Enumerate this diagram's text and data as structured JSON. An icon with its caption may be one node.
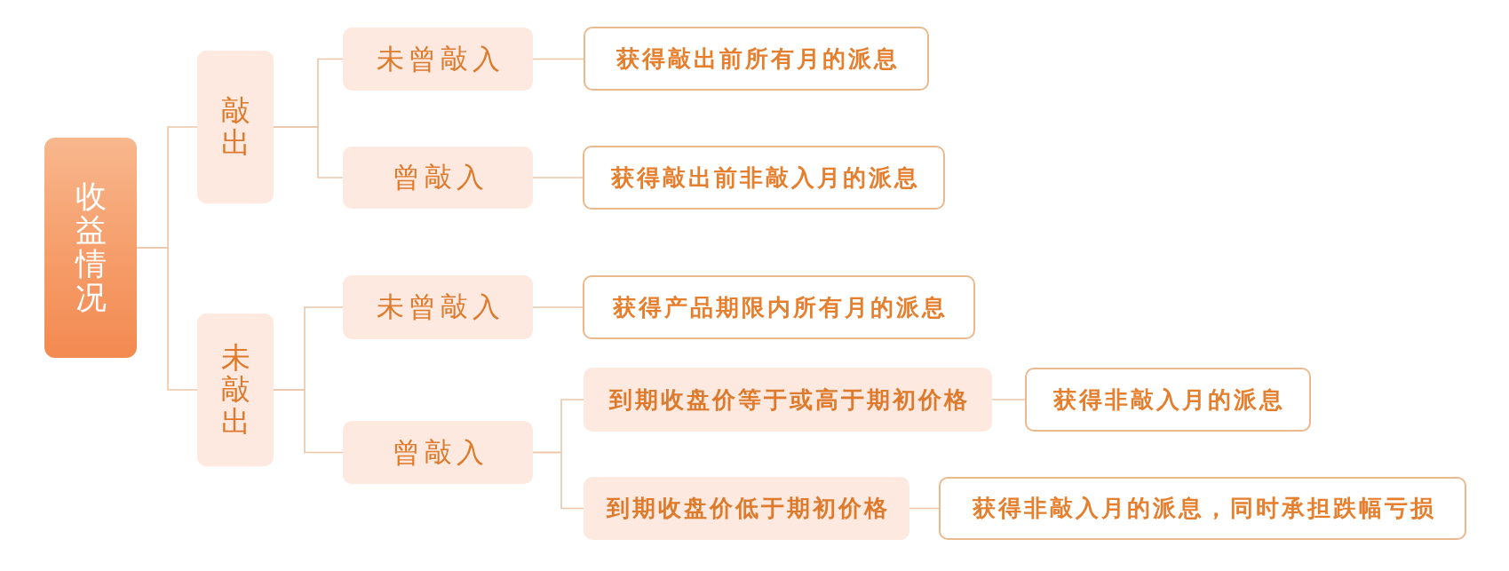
{
  "diagram": {
    "nodes": [
      {
        "text": [
          "收益情况"
        ]
      },
      {
        "text": [
          "敲出"
        ]
      },
      {
        "text": [
          "未曾敲入"
        ]
      },
      {
        "text": [
          "获得敲出前所有月的派息"
        ]
      },
      {
        "text": [
          "曾敲入"
        ]
      },
      {
        "text": [
          "获得敲出前非敲入月的派息"
        ]
      },
      {
        "text": [
          "未敲出"
        ]
      },
      {
        "text": [
          "未曾敲入"
        ]
      },
      {
        "text": [
          "获得产品期限内所有月的派息"
        ]
      },
      {
        "text": [
          "曾敲入"
        ]
      },
      {
        "text": [
          "到期收盘价等于或高于期初价格"
        ]
      },
      {
        "text": [
          "获得非敲入月的派息"
        ]
      },
      {
        "text": [
          "到期收盘价低于期初价格"
        ]
      },
      {
        "text": [
          "获得非敲入月的派息，同时承担跌幅亏损"
        ]
      }
    ],
    "edges": [
      {
        "from": 0,
        "to": 1,
        "arrow": "none"
      },
      {
        "from": 0,
        "to": 6,
        "arrow": "none"
      },
      {
        "from": 1,
        "to": 2,
        "arrow": "none"
      },
      {
        "from": 1,
        "to": 4,
        "arrow": "none"
      },
      {
        "from": 2,
        "to": 3,
        "arrow": "none"
      },
      {
        "from": 4,
        "to": 5,
        "arrow": "none"
      },
      {
        "from": 6,
        "to": 7,
        "arrow": "none"
      },
      {
        "from": 6,
        "to": 9,
        "arrow": "none"
      },
      {
        "from": 7,
        "to": 8,
        "arrow": "none"
      },
      {
        "from": 9,
        "to": 10,
        "arrow": "none"
      },
      {
        "from": 9,
        "to": 12,
        "arrow": "none"
      },
      {
        "from": 10,
        "to": 11,
        "arrow": "none"
      },
      {
        "from": 12,
        "to": 13,
        "arrow": "none"
      }
    ]
  }
}
